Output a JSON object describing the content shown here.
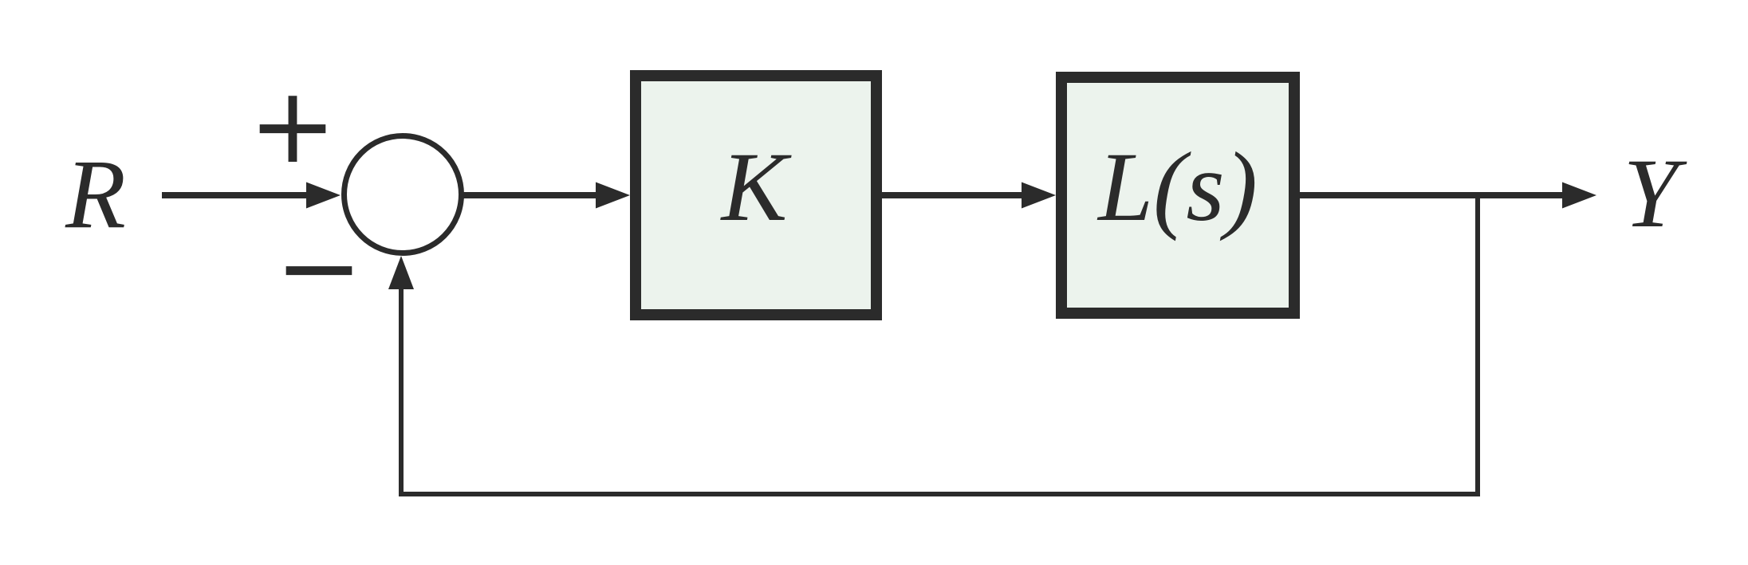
{
  "diagram": {
    "type": "control-system-block-diagram",
    "labels": {
      "input": "R",
      "output": "Y",
      "controller": "K",
      "plant": "L(s)",
      "plus": "+",
      "minus": "−"
    },
    "colors": {
      "line": "#2b2b2b",
      "block_fill": "#ecf3ed",
      "block_border": "#2b2b2b",
      "background": "#ffffff"
    },
    "connections": [
      {
        "from": "R",
        "to": "summing-junction",
        "sign": "+"
      },
      {
        "from": "summing-junction",
        "to": "K"
      },
      {
        "from": "K",
        "to": "L(s)"
      },
      {
        "from": "L(s)",
        "to": "Y"
      },
      {
        "from": "output-branch",
        "to": "summing-junction",
        "sign": "−",
        "path": "feedback"
      }
    ]
  }
}
